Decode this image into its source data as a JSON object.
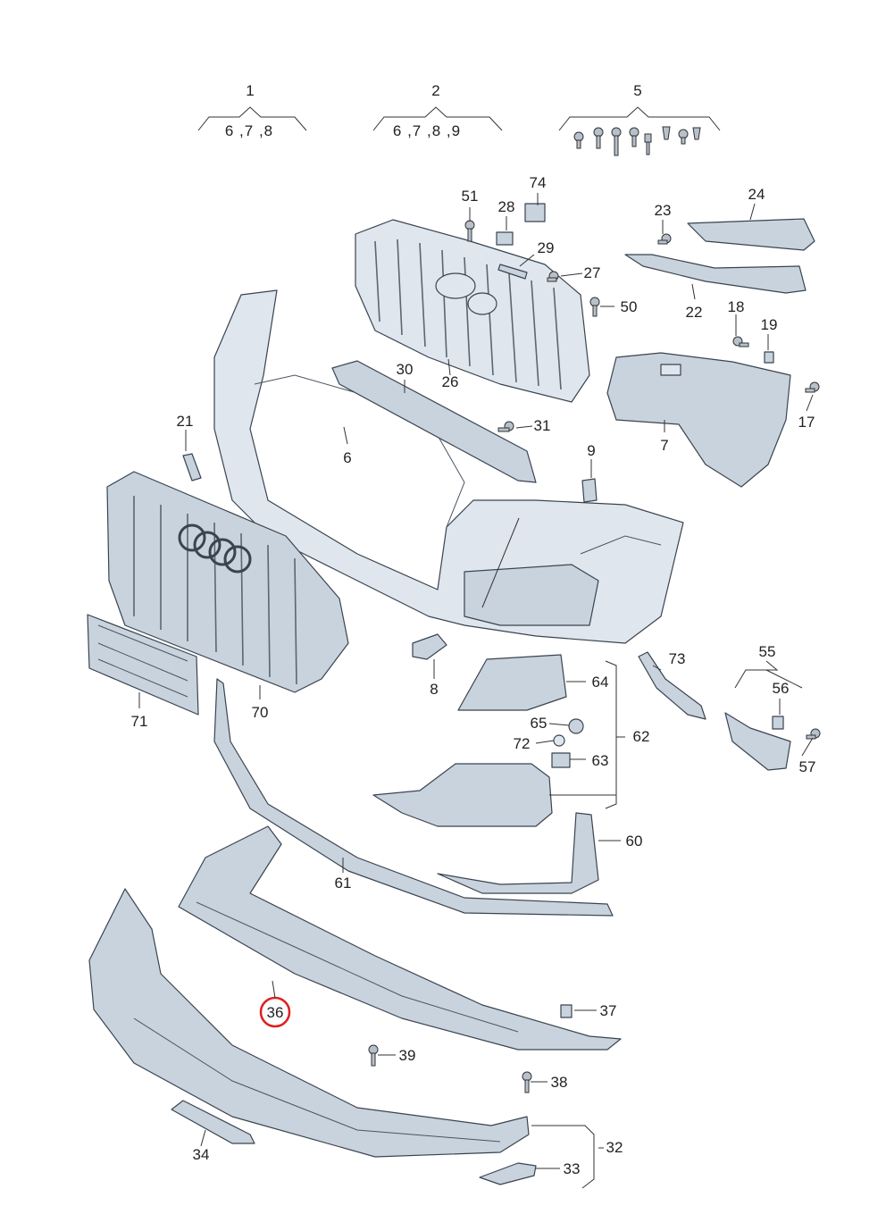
{
  "groups": [
    {
      "id": "g1",
      "number": "1",
      "includes": "6 ,7 ,8"
    },
    {
      "id": "g2",
      "number": "2",
      "includes": "6 ,7 ,8 ,9"
    },
    {
      "id": "g5",
      "number": "5",
      "includes": ""
    }
  ],
  "parts": {
    "p6": "6",
    "p7": "7",
    "p8": "8",
    "p9": "9",
    "p17": "17",
    "p18": "18",
    "p19": "19",
    "p21": "21",
    "p22": "22",
    "p23": "23",
    "p24": "24",
    "p26": "26",
    "p27": "27",
    "p28": "28",
    "p29": "29",
    "p30": "30",
    "p31": "31",
    "p32": "32",
    "p33": "33",
    "p34": "34",
    "p36": "36",
    "p37": "37",
    "p38": "38",
    "p39": "39",
    "p50": "50",
    "p51": "51",
    "p55": "55",
    "p56": "56",
    "p57": "57",
    "p60": "60",
    "p61": "61",
    "p62": "62",
    "p63": "63",
    "p64": "64",
    "p65": "65",
    "p70": "70",
    "p71": "71",
    "p72": "72",
    "p73": "73",
    "p74": "74"
  },
  "highlight": {
    "part": "36",
    "color": "#e0201e"
  },
  "colors": {
    "part_fill": "#c9d3de",
    "outline": "#3a4450"
  }
}
